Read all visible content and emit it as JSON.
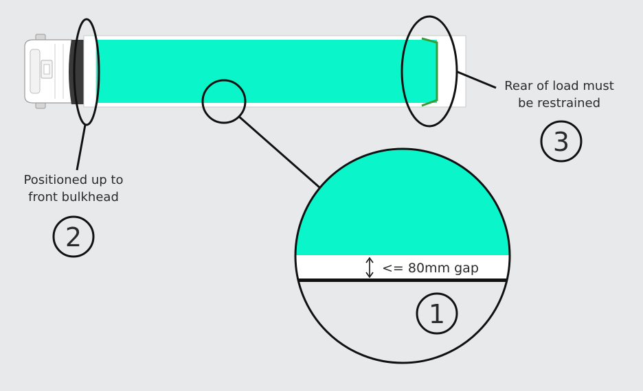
{
  "colors": {
    "background": "#e8e9eb",
    "load": "#0af5c9",
    "trailer": "#ffffff",
    "cab": "#ffffff",
    "bulkhead": "#3a3a3a",
    "restraint": "#3a9a3a",
    "outline": "#111111"
  },
  "annotations": {
    "rear_label_line1": "Rear of load must",
    "rear_label_line2": "be restrained",
    "rear_number": "3",
    "front_label_line1": "Positioned up to",
    "front_label_line2": "front bulkhead",
    "front_number": "2",
    "gap_label": "<= 80mm gap",
    "gap_number": "1"
  },
  "icons": {
    "cab": "truck-cab-icon",
    "gap_arrow": "double-arrow-vertical-icon"
  }
}
